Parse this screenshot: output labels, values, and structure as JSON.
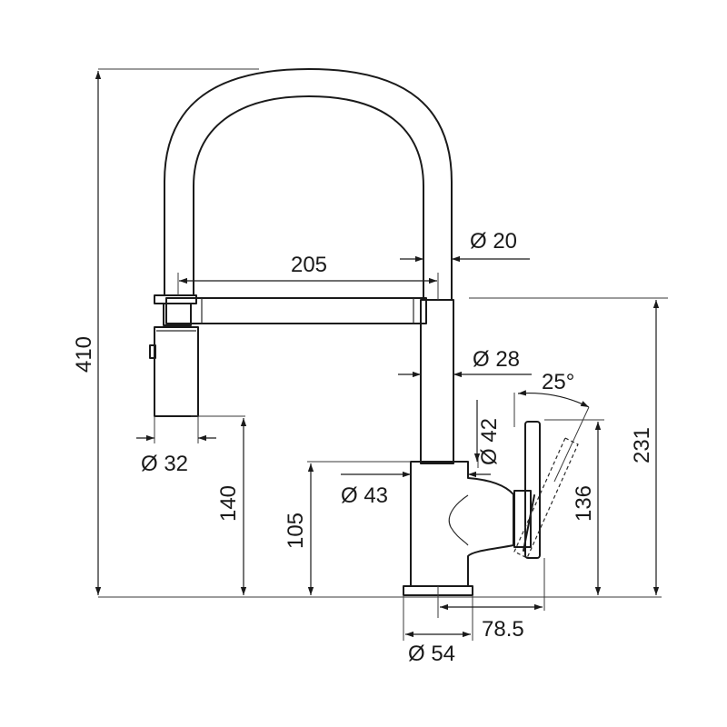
{
  "dimensions": {
    "overall_height": "410",
    "spout_reach": "205",
    "spout_tube_dia": "Ø 20",
    "spout_dia": "Ø 28",
    "spray_head_dia": "Ø 32",
    "angle": "25°",
    "collar_dia": "Ø 42",
    "body_dia": "Ø 43",
    "spray_height": "140",
    "collar_height": "105",
    "lever_height": "136",
    "spout_height": "231",
    "lever_offset": "78.5",
    "base_dia": "Ø 54"
  }
}
